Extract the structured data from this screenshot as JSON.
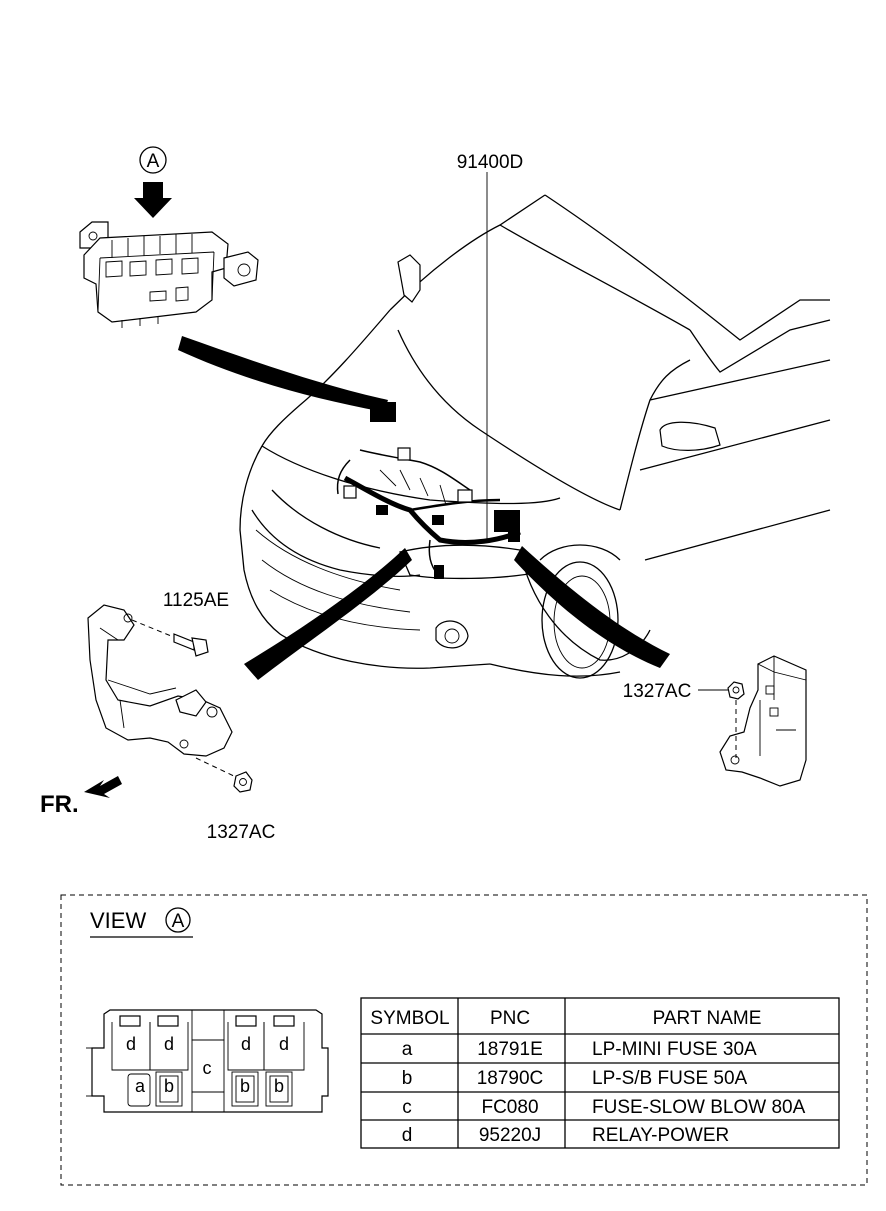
{
  "callouts": {
    "view_marker": "A",
    "harness_part": "91400D",
    "bolt_part": "1125AE",
    "nut_right": "1327AC",
    "nut_left": "1327AC",
    "front_indicator": "FR."
  },
  "view": {
    "title": "VIEW",
    "marker": "A"
  },
  "fuse_box_labels": [
    "d",
    "d",
    "d",
    "d",
    "c",
    "a",
    "b",
    "b",
    "b"
  ],
  "table": {
    "headers": [
      "SYMBOL",
      "PNC",
      "PART NAME"
    ],
    "rows": [
      [
        "a",
        "18791E",
        "LP-MINI FUSE 30A"
      ],
      [
        "b",
        "18790C",
        "LP-S/B FUSE 50A"
      ],
      [
        "c",
        "FC080",
        "FUSE-SLOW BLOW 80A"
      ],
      [
        "d",
        "95220J",
        "RELAY-POWER"
      ]
    ]
  }
}
